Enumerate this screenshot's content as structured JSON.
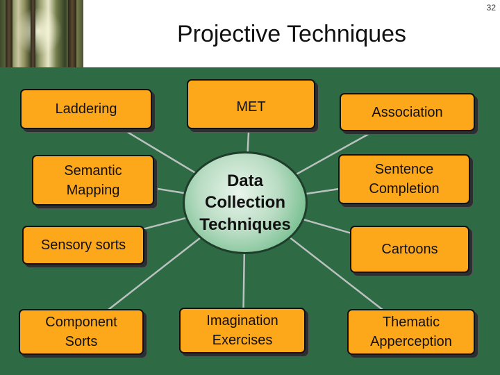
{
  "slide_number": "32",
  "title": "Projective Techniques",
  "center": "Data\nCollection\nTechniques",
  "techniques": {
    "laddering": "Laddering",
    "met": "MET",
    "association": "Association",
    "semantic_mapping": "Semantic\nMapping",
    "sentence_completion": "Sentence\nCompletion",
    "sensory_sorts": "Sensory sorts",
    "cartoons": "Cartoons",
    "component_sorts": "Component\nSorts",
    "imagination_exercises": "Imagination\nExercises",
    "thematic_apperception": "Thematic\nApperception"
  },
  "colors": {
    "background_panel": "#2e6b45",
    "box_fill": "#fda81b",
    "hub_fill": "#b9dcc3"
  }
}
